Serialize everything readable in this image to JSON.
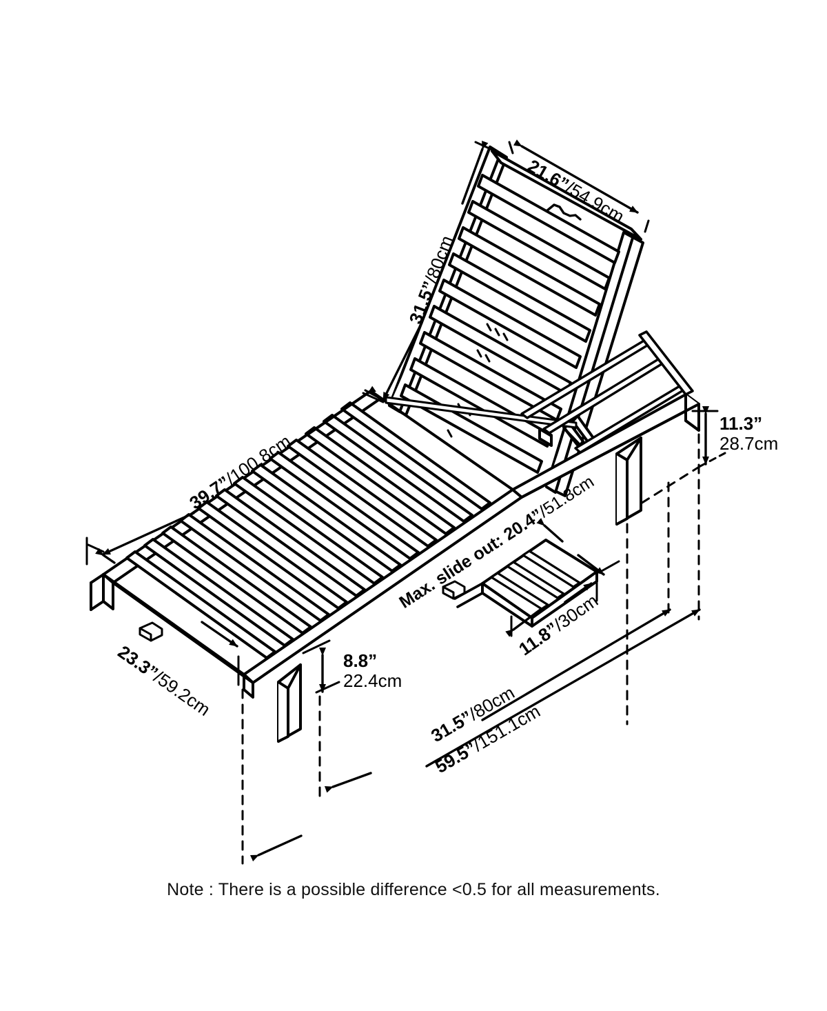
{
  "drawing": {
    "subject": "outdoor-chaise-lounge-chair",
    "view": "isometric-technical-line-drawing",
    "line_color": "#000000",
    "background_color": "#ffffff"
  },
  "dimensions": {
    "backrest_width": {
      "label": "21.6”/54.9cm",
      "inches": "21.6”",
      "cm": "54.9cm"
    },
    "backrest_length": {
      "label": "31.5”/80cm",
      "inches": "31.5”",
      "cm": "80cm"
    },
    "seat_length": {
      "label": "39.7”/100.8cm",
      "inches": "39.7”",
      "cm": "100.8cm"
    },
    "overall_width": {
      "label": "23.3”/59.2cm",
      "inches": "23.3”",
      "cm": "59.2cm"
    },
    "seat_height": {
      "label_in": "8.8”",
      "label_cm": "22.4cm"
    },
    "frame_height": {
      "label_in": "11.3”",
      "label_cm": "28.7cm"
    },
    "slide_out": {
      "label": "Max. slide out: 20.4”/51.8cm",
      "prefix": "Max. slide out: ",
      "inches": "20.4”",
      "cm": "51.8cm"
    },
    "tray_width": {
      "label": "11.8”/30cm",
      "inches": "11.8”",
      "cm": "30cm"
    },
    "base_length_short": {
      "label": "31.5”/80cm",
      "inches": "31.5”",
      "cm": "80cm"
    },
    "base_length_long": {
      "label": "59.5”/151.1cm",
      "inches": "59.5”",
      "cm": "151.1cm"
    }
  },
  "note": {
    "text": "Note : There is a possible difference <0.5 for all measurements."
  }
}
